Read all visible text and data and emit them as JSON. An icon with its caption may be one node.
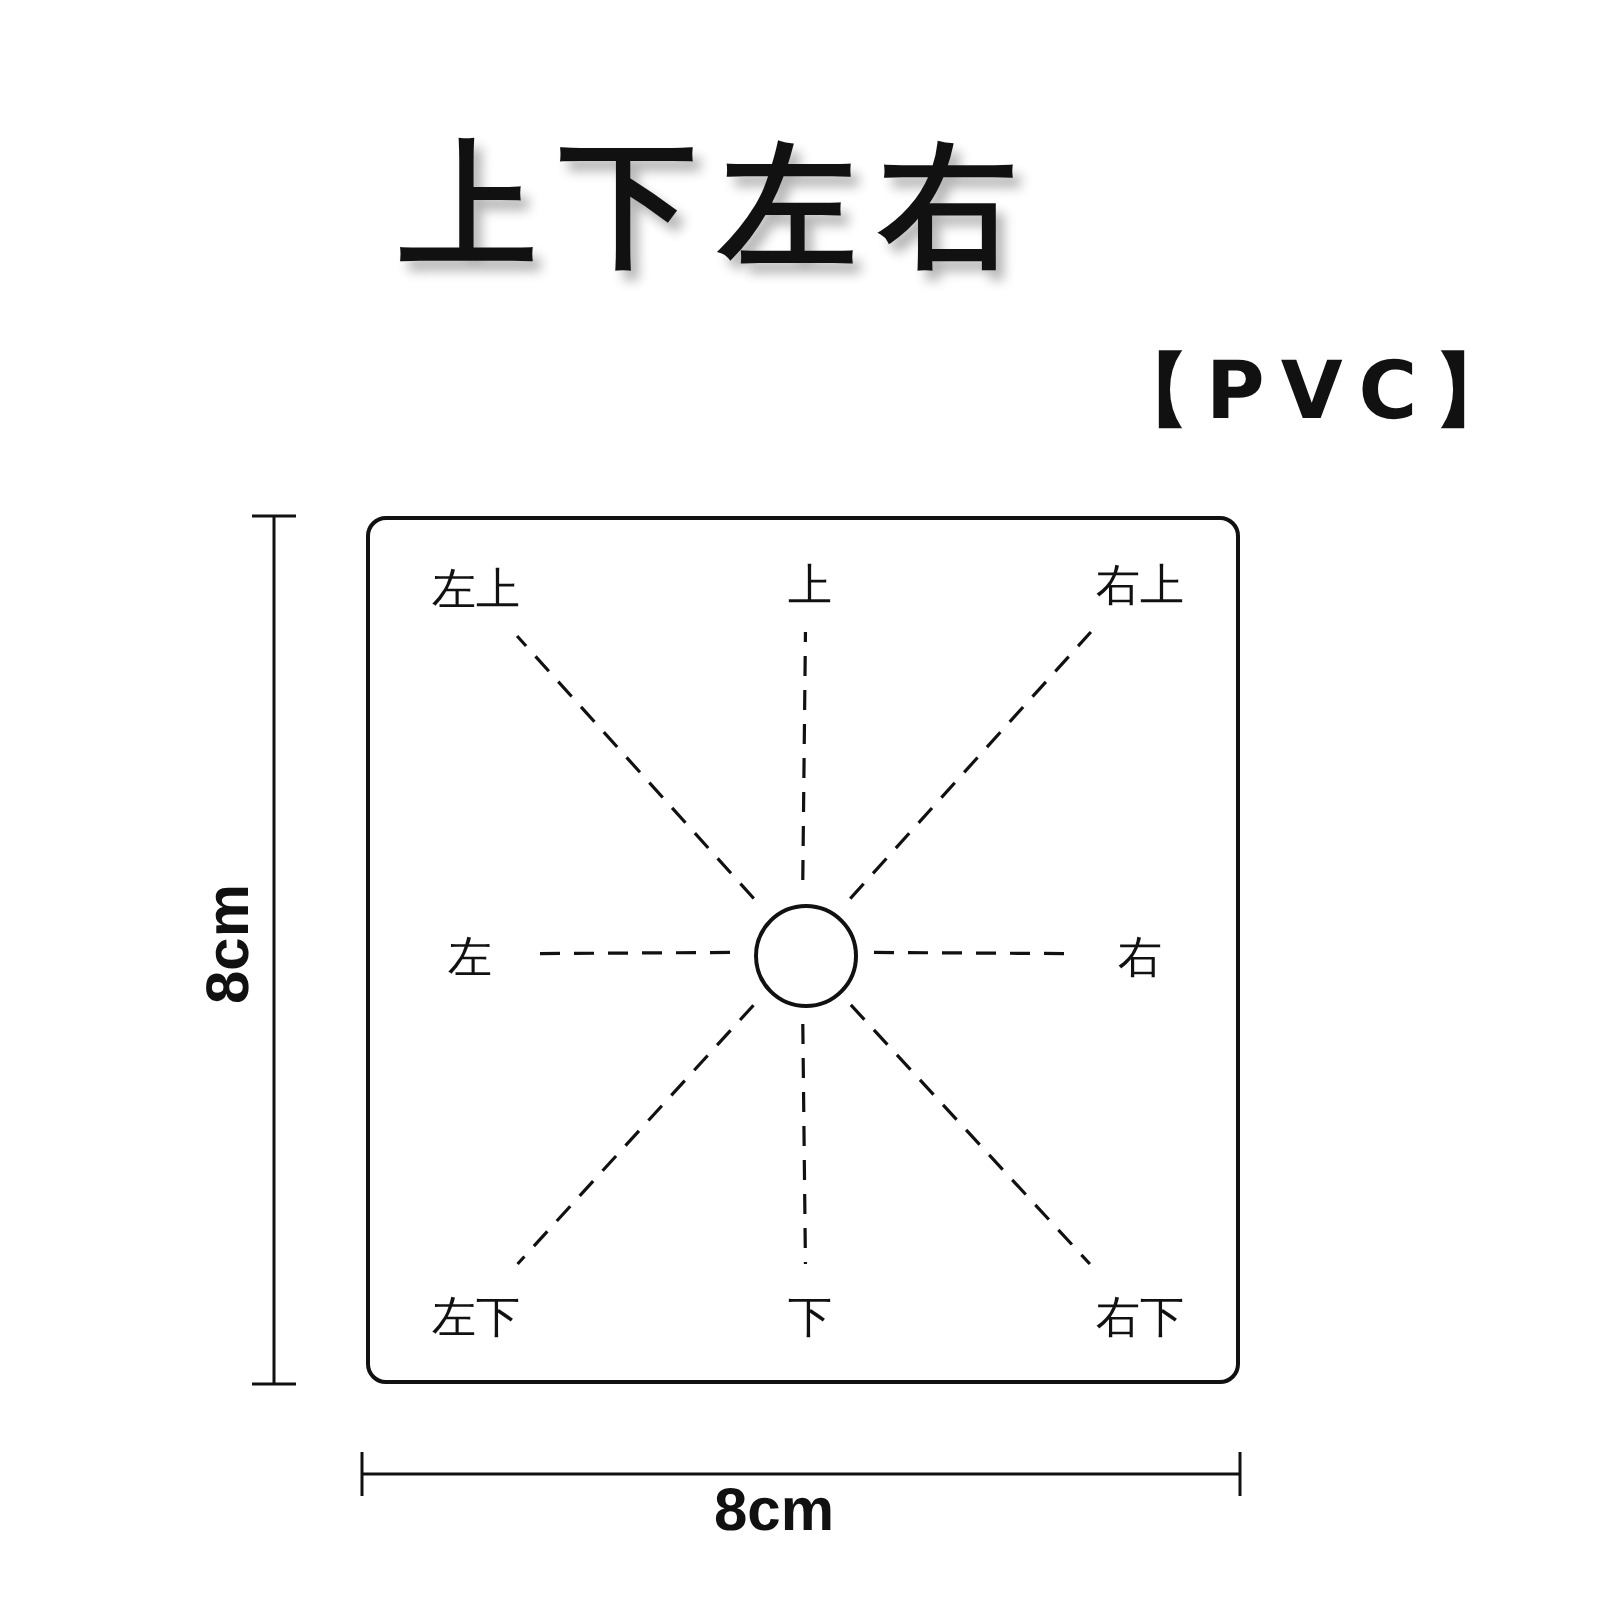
{
  "diagram": {
    "title": "上下左右",
    "nodes": [
      {
        "text": [],
        "shape": "box"
      },
      {
        "text": [
          "左上"
        ],
        "in": 0
      },
      {
        "text": [
          "上"
        ],
        "in": 0
      },
      {
        "text": [
          "右上"
        ],
        "in": 0
      },
      {
        "text": [
          "左"
        ],
        "in": 0
      },
      {
        "text": [],
        "shape": "circle",
        "in": 0
      },
      {
        "text": [
          "右"
        ],
        "in": 0
      },
      {
        "text": [
          "左下"
        ],
        "in": 0
      },
      {
        "text": [
          "下"
        ],
        "in": 0
      },
      {
        "text": [
          "右下"
        ],
        "in": 0
      }
    ],
    "edges": [
      {
        "from": 5,
        "to": 1,
        "arrow": "none",
        "style": "dashed"
      },
      {
        "from": 5,
        "to": 2,
        "arrow": "none",
        "style": "dashed"
      },
      {
        "from": 5,
        "to": 3,
        "arrow": "none",
        "style": "dashed"
      },
      {
        "from": 5,
        "to": 4,
        "arrow": "none",
        "style": "dashed"
      },
      {
        "from": 5,
        "to": 6,
        "arrow": "none",
        "style": "dashed"
      },
      {
        "from": 5,
        "to": 7,
        "arrow": "none",
        "style": "dashed"
      },
      {
        "from": 5,
        "to": 8,
        "arrow": "none",
        "style": "dashed"
      },
      {
        "from": 5,
        "to": 9,
        "arrow": "none",
        "style": "dashed"
      }
    ],
    "labels": [
      "【PVC】",
      "8cm",
      "8cm"
    ]
  }
}
